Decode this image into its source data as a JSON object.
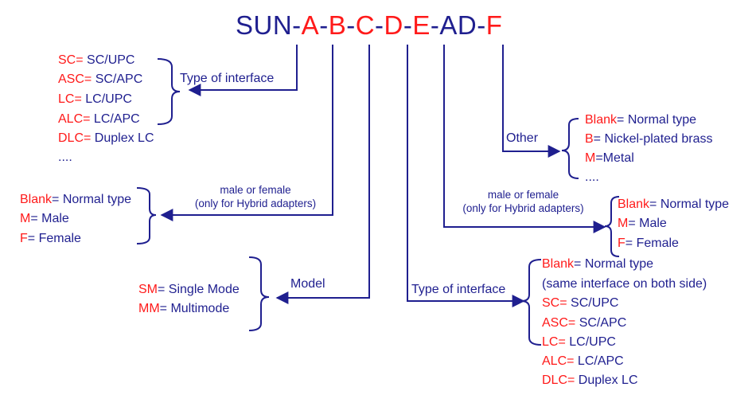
{
  "title_parts": [
    {
      "text": "SUN-",
      "color": "#1f1f8f"
    },
    {
      "text": "A",
      "color": "#ff1a1a"
    },
    {
      "text": "-",
      "color": "#1f1f8f"
    },
    {
      "text": "B",
      "color": "#ff1a1a"
    },
    {
      "text": "-",
      "color": "#1f1f8f"
    },
    {
      "text": "C",
      "color": "#ff1a1a"
    },
    {
      "text": "-",
      "color": "#1f1f8f"
    },
    {
      "text": "D",
      "color": "#ff1a1a"
    },
    {
      "text": "-",
      "color": "#1f1f8f"
    },
    {
      "text": "E",
      "color": "#ff1a1a"
    },
    {
      "text": "-AD-",
      "color": "#1f1f8f"
    },
    {
      "text": "F",
      "color": "#ff1a1a"
    }
  ],
  "colors": {
    "code": "#ff1a1a",
    "text": "#1f1f8f",
    "line": "#1f1f8f"
  },
  "groups": {
    "a": {
      "label": "Type of interface",
      "options": [
        {
          "code": "SC=",
          "desc": " SC/UPC"
        },
        {
          "code": "ASC=",
          "desc": " SC/APC"
        },
        {
          "code": "LC=",
          "desc": " LC/UPC"
        },
        {
          "code": "ALC=",
          "desc": " LC/APC"
        },
        {
          "code": "DLC=",
          "desc": " Duplex LC"
        },
        {
          "code": "",
          "desc": "...."
        }
      ]
    },
    "b": {
      "label_line1": "male or female",
      "label_line2": "(only for Hybrid adapters)",
      "options": [
        {
          "code": "Blank",
          "desc": "= Normal type"
        },
        {
          "code": "M",
          "desc": "= Male"
        },
        {
          "code": "F",
          "desc": "= Female"
        }
      ]
    },
    "c": {
      "label": "Model",
      "options": [
        {
          "code": "SM",
          "desc": "= Single Mode"
        },
        {
          "code": "MM",
          "desc": "= Multimode"
        }
      ]
    },
    "d": {
      "label": "Type of interface",
      "options": [
        {
          "code": "Blank",
          "desc": "= Normal type"
        },
        {
          "code": "",
          "desc": "(same interface on both side)"
        },
        {
          "code": "SC=",
          "desc": " SC/UPC"
        },
        {
          "code": "ASC=",
          "desc": " SC/APC"
        },
        {
          "code": "LC=",
          "desc": " LC/UPC"
        },
        {
          "code": "ALC=",
          "desc": " LC/APC"
        },
        {
          "code": "DLC=",
          "desc": " Duplex LC"
        }
      ]
    },
    "e": {
      "label_line1": "male or female",
      "label_line2": "(only for Hybrid adapters)",
      "options": [
        {
          "code": "Blank",
          "desc": "= Normal type"
        },
        {
          "code": "M",
          "desc": "= Male"
        },
        {
          "code": "F",
          "desc": "= Female"
        }
      ]
    },
    "f": {
      "label": "Other",
      "options": [
        {
          "code": "Blank",
          "desc": "= Normal type"
        },
        {
          "code": "B",
          "desc": "= Nickel-plated brass"
        },
        {
          "code": "M",
          "desc": "=Metal"
        },
        {
          "code": "",
          "desc": "...."
        }
      ]
    }
  }
}
